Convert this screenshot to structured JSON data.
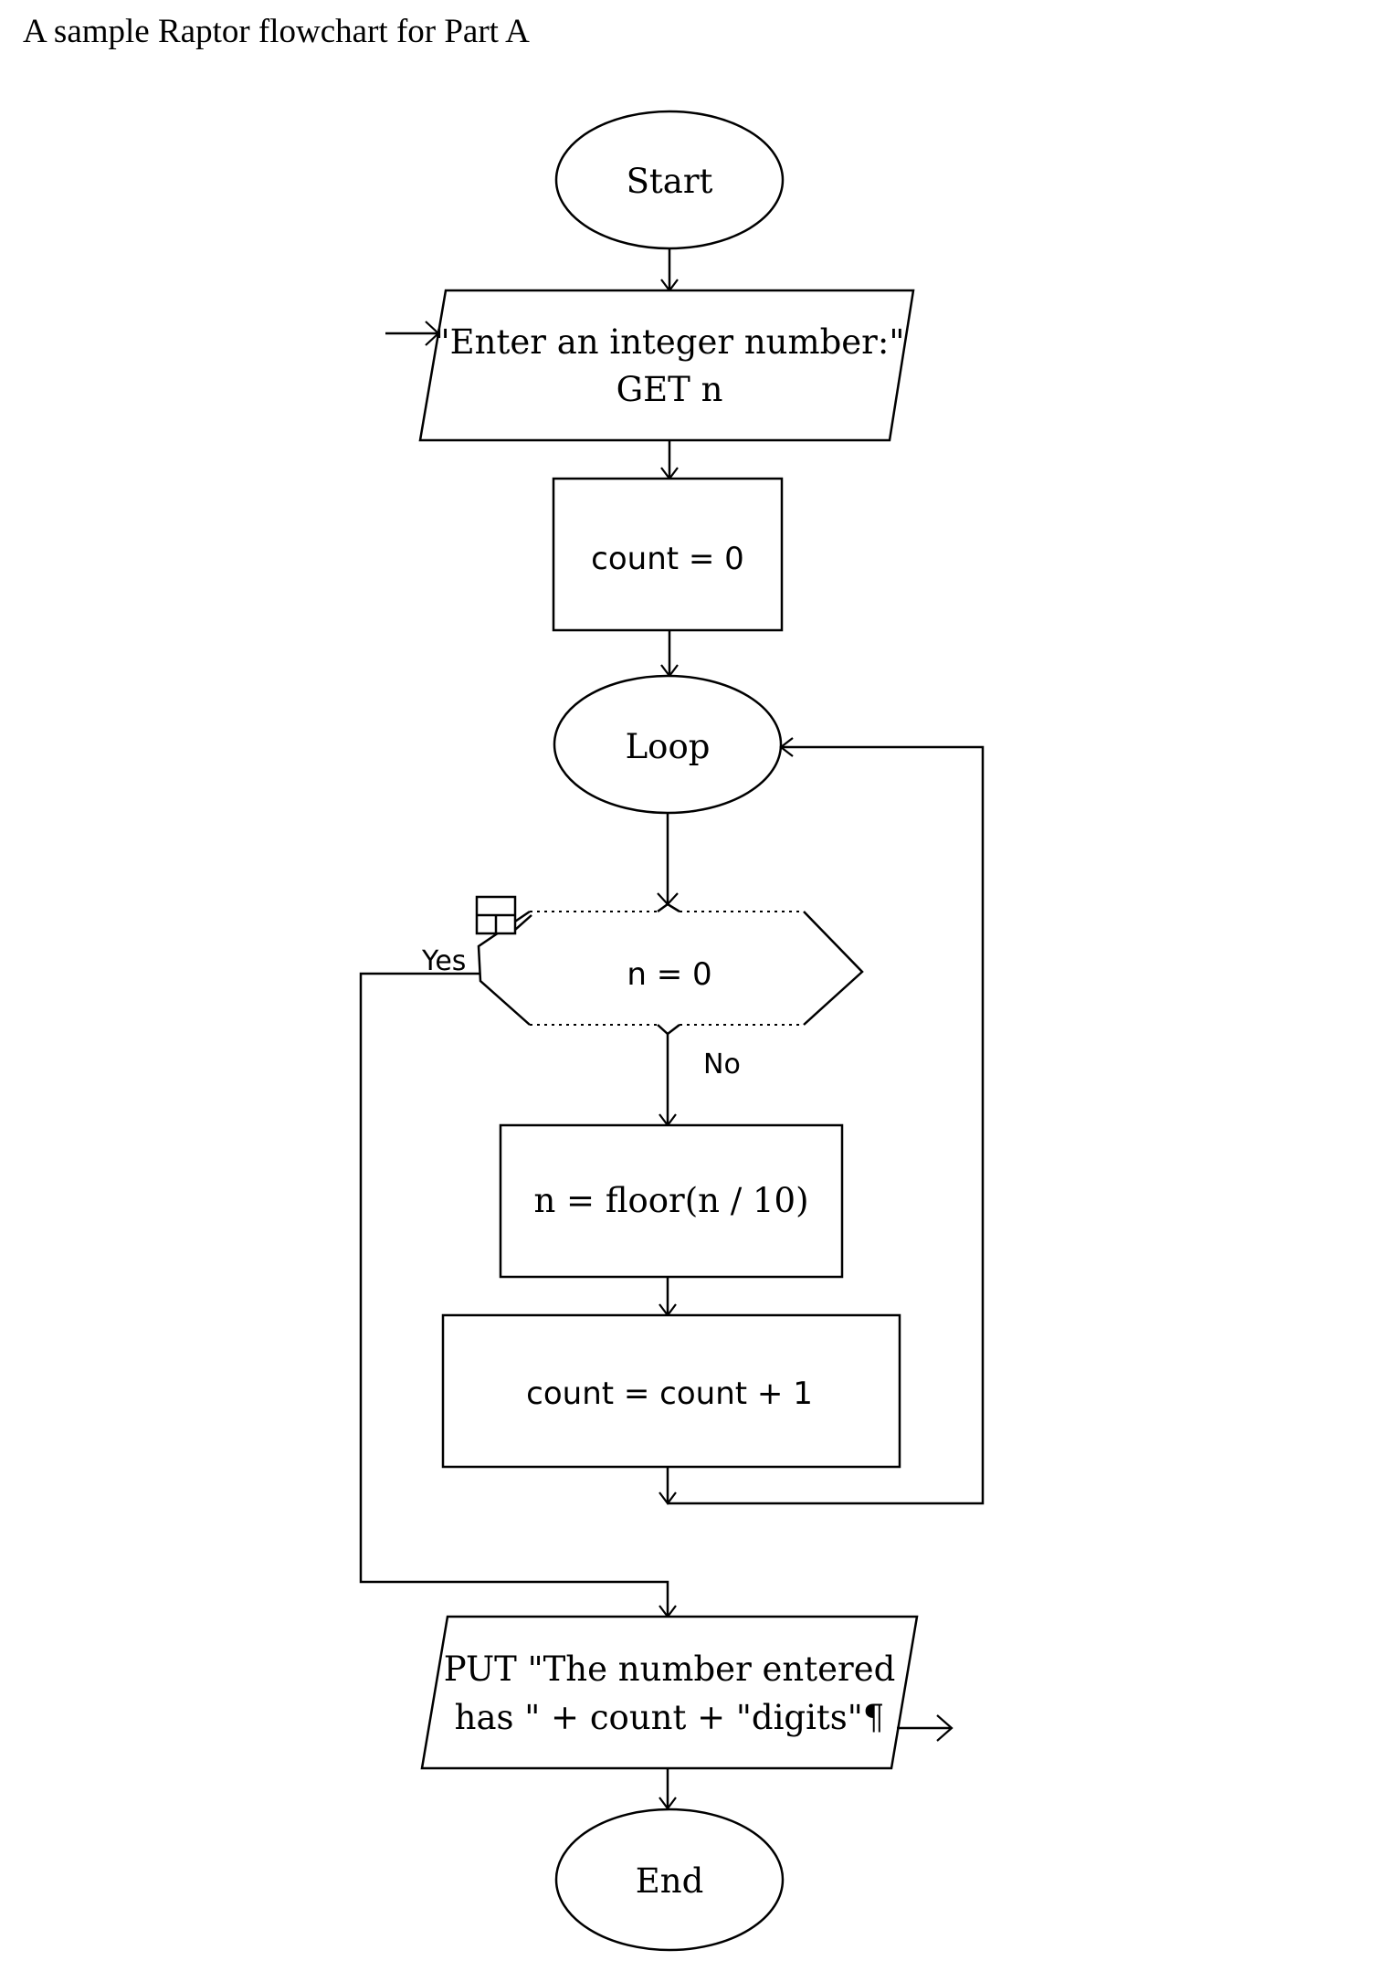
{
  "caption": "A sample Raptor flowchart for Part A",
  "nodes": {
    "start": {
      "label": "Start"
    },
    "input": {
      "prompt": "\"Enter an integer number:\"",
      "get": "GET n"
    },
    "init": {
      "label": "count = 0"
    },
    "loop": {
      "label": "Loop"
    },
    "decision": {
      "label": "n = 0",
      "yes_label": "Yes",
      "no_label": "No"
    },
    "divide": {
      "label": "n = floor(n / 10)"
    },
    "increment": {
      "label": "count = count  +  1"
    },
    "output": {
      "line1": "PUT \"The number entered",
      "line2": "has \" + count + \"digits\"¶"
    },
    "end": {
      "label": "End"
    }
  }
}
